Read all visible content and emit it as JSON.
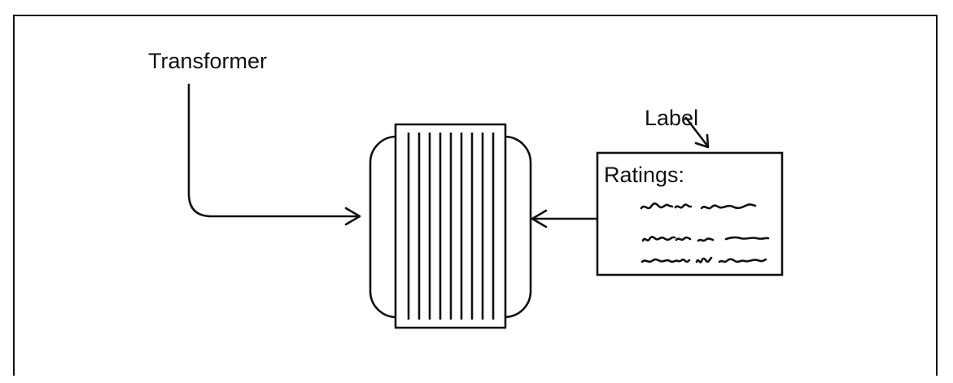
{
  "diagram": {
    "callouts": {
      "transformer": "Transformer",
      "label": "Label"
    },
    "rating_label": {
      "heading": "Ratings:",
      "text_lines": [
        "scribble-line",
        "scribble-line",
        "scribble-line"
      ]
    }
  },
  "icons": {
    "transformer_body": "transformer-icon",
    "transformer_arrow": "arrow-right-icon",
    "label_arrow": "arrow-left-icon",
    "callout_arrow": "arrow-down-right-icon"
  },
  "colors": {
    "ink": "#111111",
    "paper": "#ffffff"
  }
}
